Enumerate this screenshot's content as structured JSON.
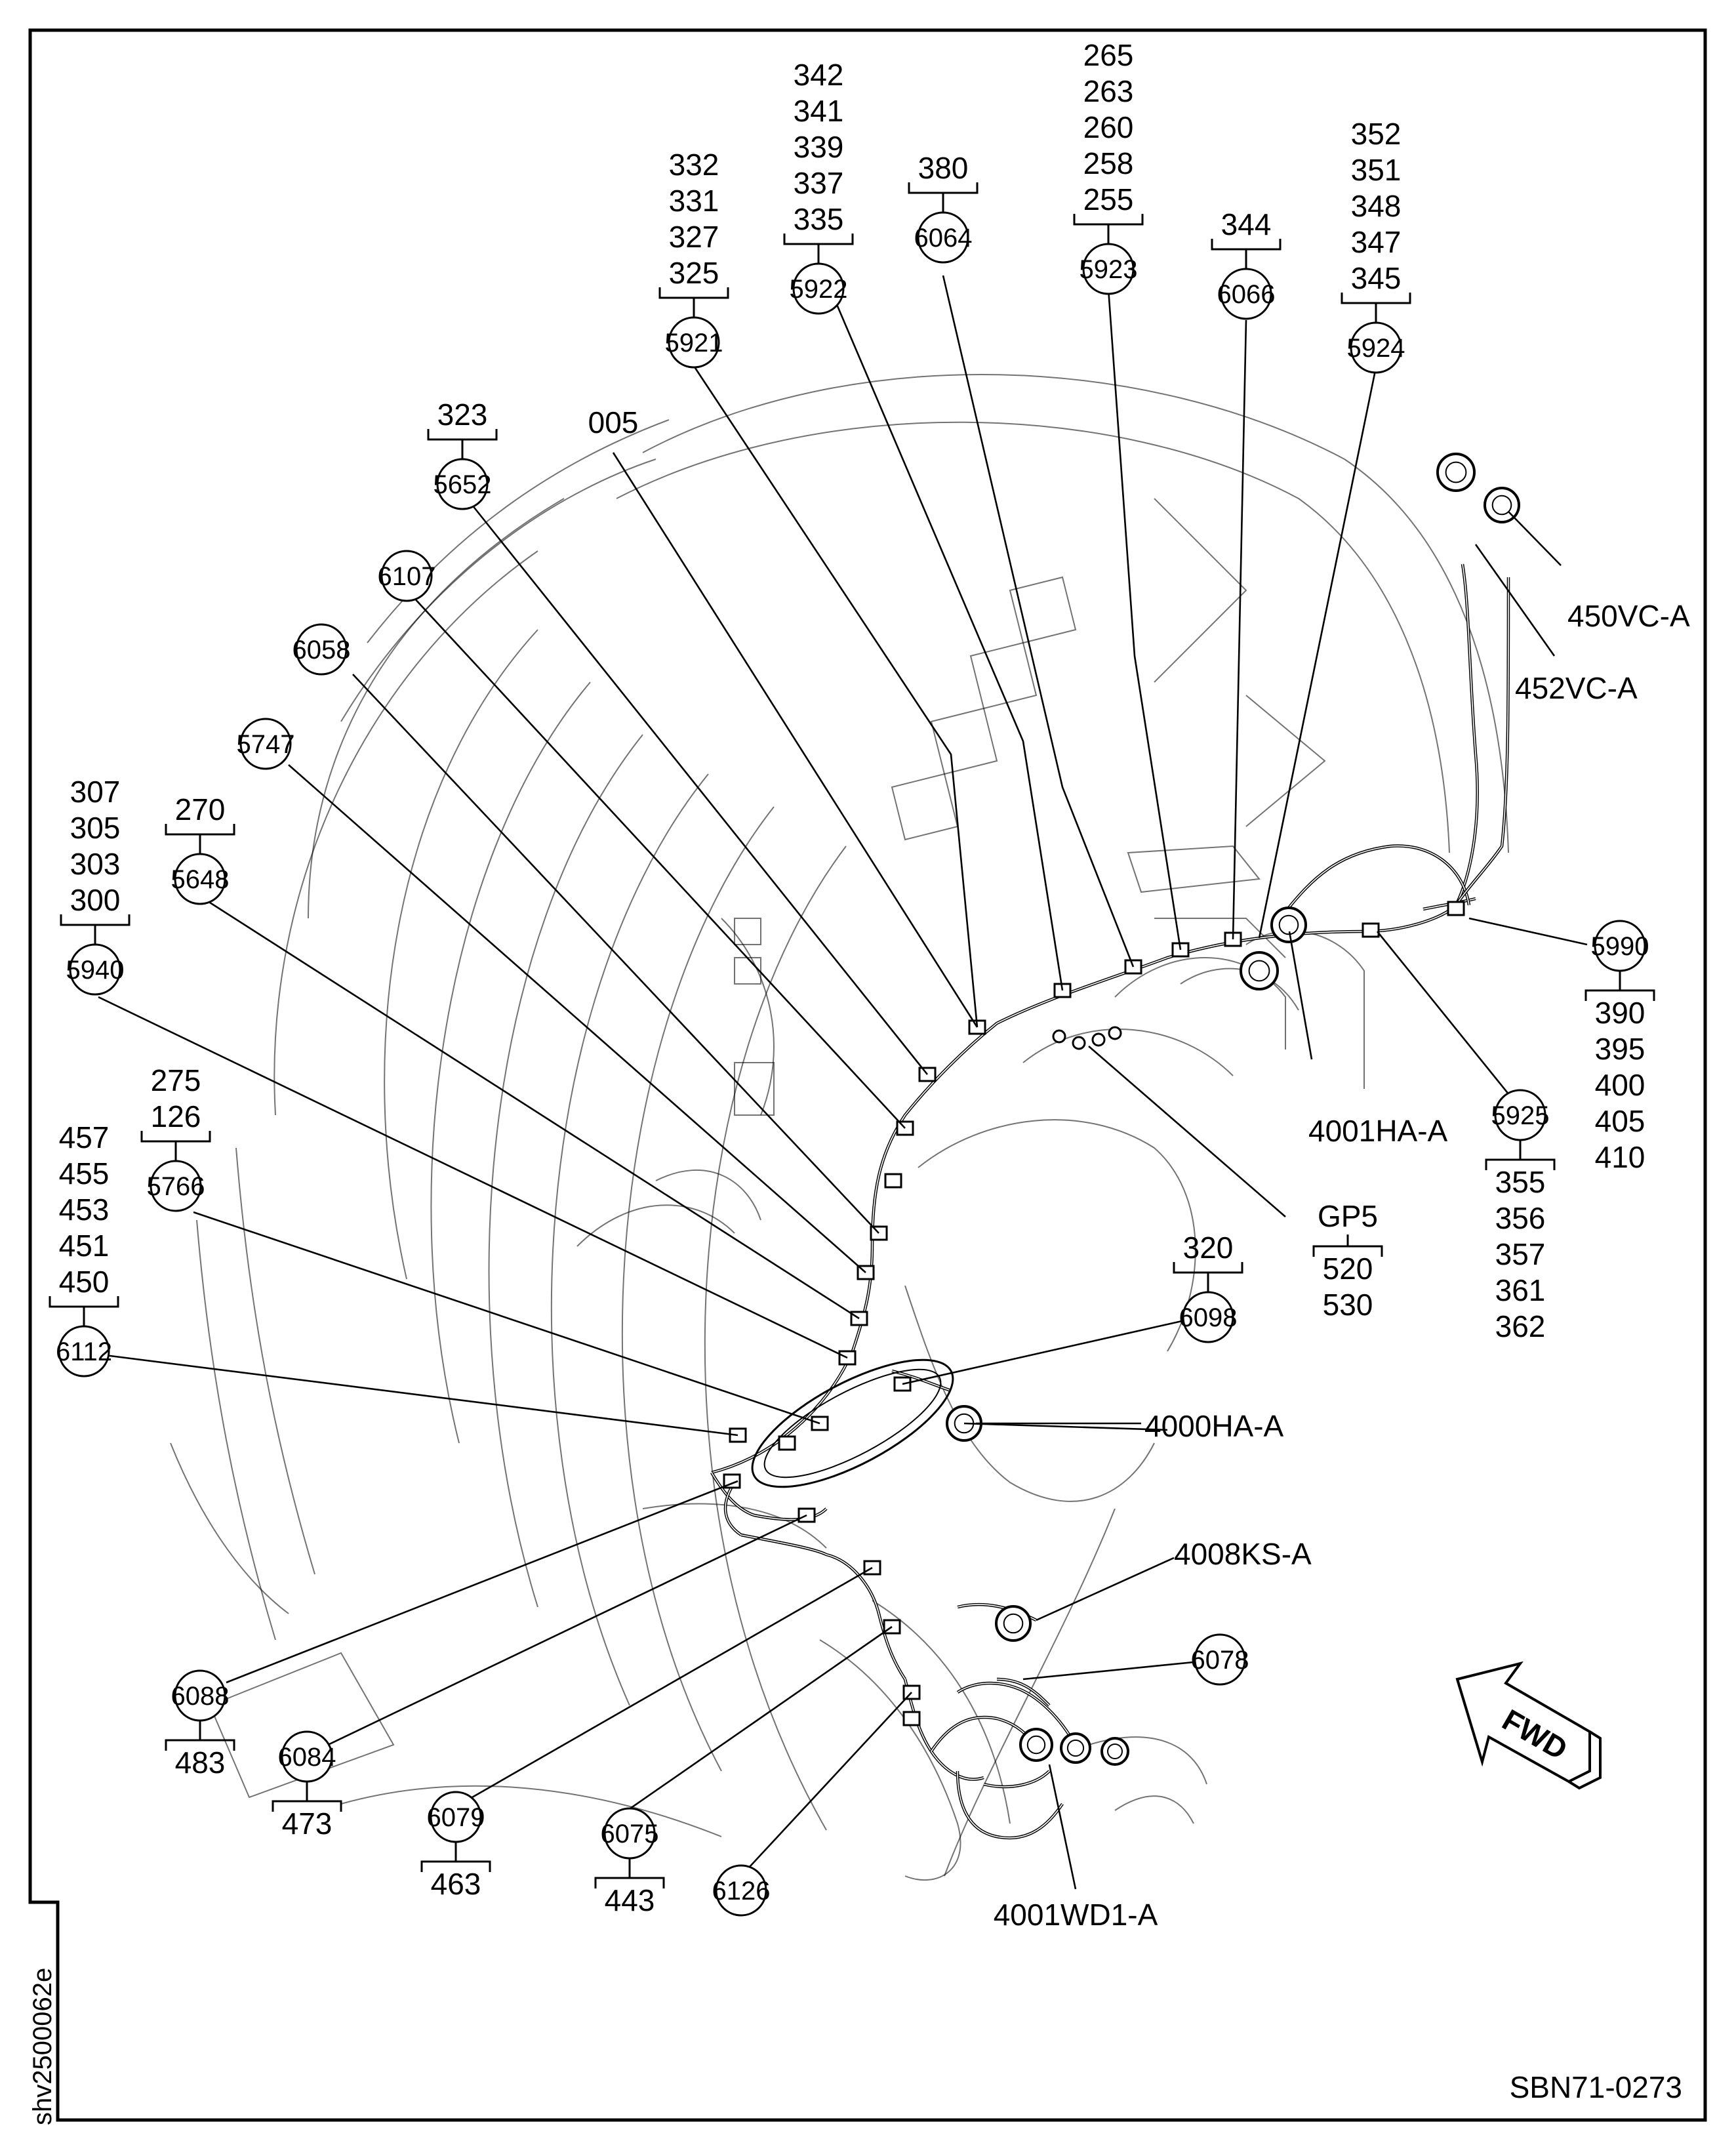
{
  "drawing_id": "shv2500062e",
  "sheet_ref": "SBN71-0273",
  "fwd_label": "FWD",
  "callouts": [
    {
      "id": "5921",
      "items": [
        "332",
        "331",
        "327",
        "325"
      ]
    },
    {
      "id": "5922",
      "items": [
        "342",
        "341",
        "339",
        "337",
        "335"
      ]
    },
    {
      "id": "6064",
      "items": [
        "380"
      ]
    },
    {
      "id": "5923",
      "items": [
        "265",
        "263",
        "260",
        "258",
        "255"
      ]
    },
    {
      "id": "6066",
      "items": [
        "344"
      ]
    },
    {
      "id": "5924",
      "items": [
        "352",
        "351",
        "348",
        "347",
        "345"
      ]
    },
    {
      "id": "5652",
      "items": [
        "323"
      ]
    },
    {
      "id": "6107",
      "items": []
    },
    {
      "id": "6058",
      "items": []
    },
    {
      "id": "5747",
      "items": []
    },
    {
      "id": "5648",
      "items": [
        "270"
      ]
    },
    {
      "id": "5940",
      "items": [
        "307",
        "305",
        "303",
        "300"
      ]
    },
    {
      "id": "5766",
      "items": [
        "275",
        "126"
      ]
    },
    {
      "id": "6112",
      "items": [
        "457",
        "455",
        "453",
        "451",
        "450"
      ]
    },
    {
      "id": "5990",
      "items": [
        "390",
        "395",
        "400",
        "405",
        "410"
      ]
    },
    {
      "id": "5925",
      "items": [
        "355",
        "356",
        "357",
        "361",
        "362"
      ]
    },
    {
      "id": "6098",
      "items": [
        "320"
      ]
    },
    {
      "id": "6078",
      "items": []
    },
    {
      "id": "6088",
      "items": [
        "483"
      ]
    },
    {
      "id": "6084",
      "items": [
        "473"
      ]
    },
    {
      "id": "6079",
      "items": [
        "463"
      ]
    },
    {
      "id": "6075",
      "items": [
        "443"
      ]
    },
    {
      "id": "6126",
      "items": []
    }
  ],
  "text_labels": [
    {
      "id": "label-005",
      "text": "005"
    },
    {
      "id": "label-450vc-a",
      "text": "450VC-A"
    },
    {
      "id": "label-452vc-a",
      "text": "452VC-A"
    },
    {
      "id": "label-4001ha-a",
      "text": "4001HA-A"
    },
    {
      "id": "label-gp5",
      "text": "GP5",
      "items": [
        "520",
        "530"
      ]
    },
    {
      "id": "label-4000ha-a",
      "text": "4000HA-A"
    },
    {
      "id": "label-4008ks-a",
      "text": "4008KS-A"
    },
    {
      "id": "label-4001wd1-a",
      "text": "4001WD1-A"
    }
  ]
}
